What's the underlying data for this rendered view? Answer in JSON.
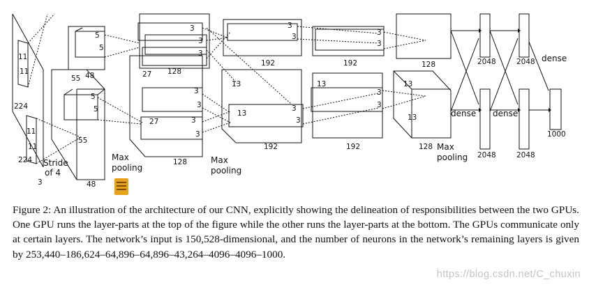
{
  "figure": {
    "labels": {
      "input_w": "224",
      "input_h": "224",
      "input_c": "3",
      "k11a": "11",
      "k11b": "11",
      "k11c": "11",
      "k11d": "11",
      "stride": "Stride",
      "stride2": "of 4",
      "c1_w": "55",
      "c1_w2": "55",
      "c1_c": "48",
      "c1_c2": "48",
      "k5a": "5",
      "k5b": "5",
      "k5c": "5",
      "k5d": "5",
      "maxpool1": "Max",
      "maxpool1b": "pooling",
      "c2_w": "27",
      "c2_w2": "27",
      "c2_c": "128",
      "c2_c2": "128",
      "k3_top1": "3",
      "k3_top2": "3",
      "k3_top3": "3",
      "k3_bot1": "3",
      "k3_bot2": "3",
      "k3_bot3": "3",
      "k3_bot4": "3",
      "maxpool2": "Max",
      "maxpool2b": "pooling",
      "c3_w": "13",
      "c3_c": "192",
      "c3_c2": "192",
      "k3_c3a": "3",
      "k3_c3b": "3",
      "k3_c3c": "3",
      "k3_c3d": "3",
      "c4_w": "13",
      "c4_w2": "13",
      "c4_c": "192",
      "c4_c2": "192",
      "k3_c4a": "3",
      "k3_c4b": "3",
      "k3_c4c": "3",
      "k3_c4d": "3",
      "c5_w": "13",
      "c5_w2": "13",
      "c5_c": "128",
      "c5_c2": "128",
      "maxpool3": "Max",
      "maxpool3b": "pooling",
      "dense1": "dense",
      "dense2": "dense",
      "dense3": "dense",
      "fc1_top": "2048",
      "fc1_bot": "2048",
      "fc2_top": "2048",
      "fc2_bot": "2048",
      "fc3": "1000"
    }
  },
  "caption": {
    "label": "Figure 2:",
    "text": " An illustration of the architecture of our CNN, explicitly showing the delineation of responsibilities between the two GPUs. One GPU runs the layer-parts at the top of the figure while the other runs the layer-parts at the bottom. The GPUs communicate only at certain layers. The network’s input is 150,528-dimensional, and the number of neurons in the network’s remaining layers is given by 253,440–186,624–64,896–64,896–43,264–4096–4096–1000."
  },
  "watermark": "https://blog.csdn.net/C_chuxin",
  "icons": {
    "document": "document-icon"
  },
  "colors": {
    "line": "#111111",
    "icon": "#e6a21c",
    "watermark": "#c4c4c4"
  }
}
